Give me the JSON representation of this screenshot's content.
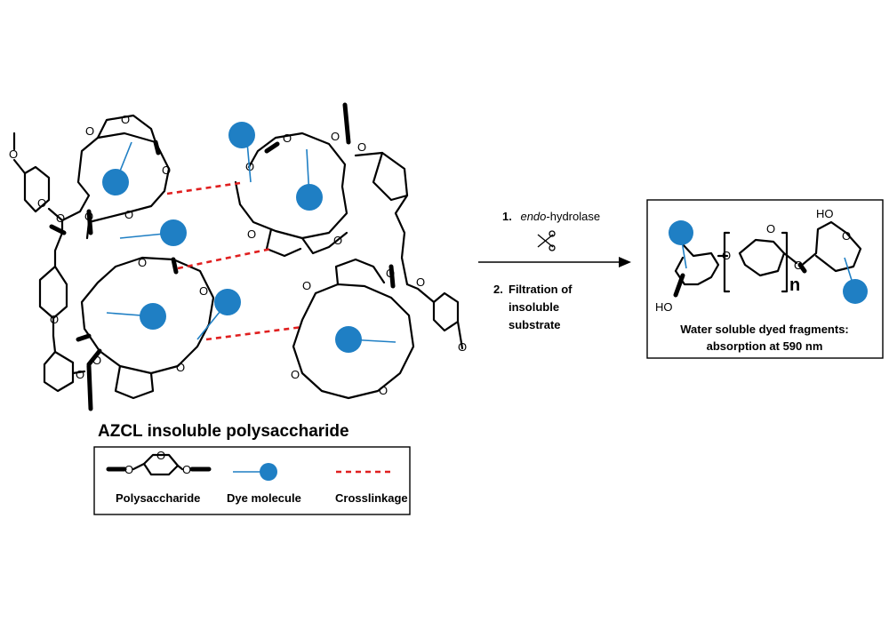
{
  "figure": {
    "polymer_title": "AZCL insoluble polysaccharide",
    "atom_O": "O",
    "steps": [
      {
        "num": "1.",
        "italic": "endo",
        "text": "-hydrolase"
      },
      {
        "num": "2.",
        "lines": [
          "Filtration of",
          "insoluble",
          "substrate"
        ]
      }
    ],
    "product": {
      "ho_top": "HO",
      "ho_bottom": "HO",
      "repeat": "n",
      "caption": [
        "Water soluble dyed fragments:",
        "absorption at 590 nm"
      ]
    },
    "legend": {
      "items": [
        {
          "label": "Polysaccharide",
          "icon": "polysaccharide-unit"
        },
        {
          "label": "Dye molecule",
          "icon": "dye-circle"
        },
        {
          "label": "Crosslinkage",
          "icon": "red-dashed-line"
        }
      ]
    },
    "colors": {
      "dye": "#1f7fc4",
      "crosslink": "#e01f1f",
      "chain": "#000000"
    }
  }
}
